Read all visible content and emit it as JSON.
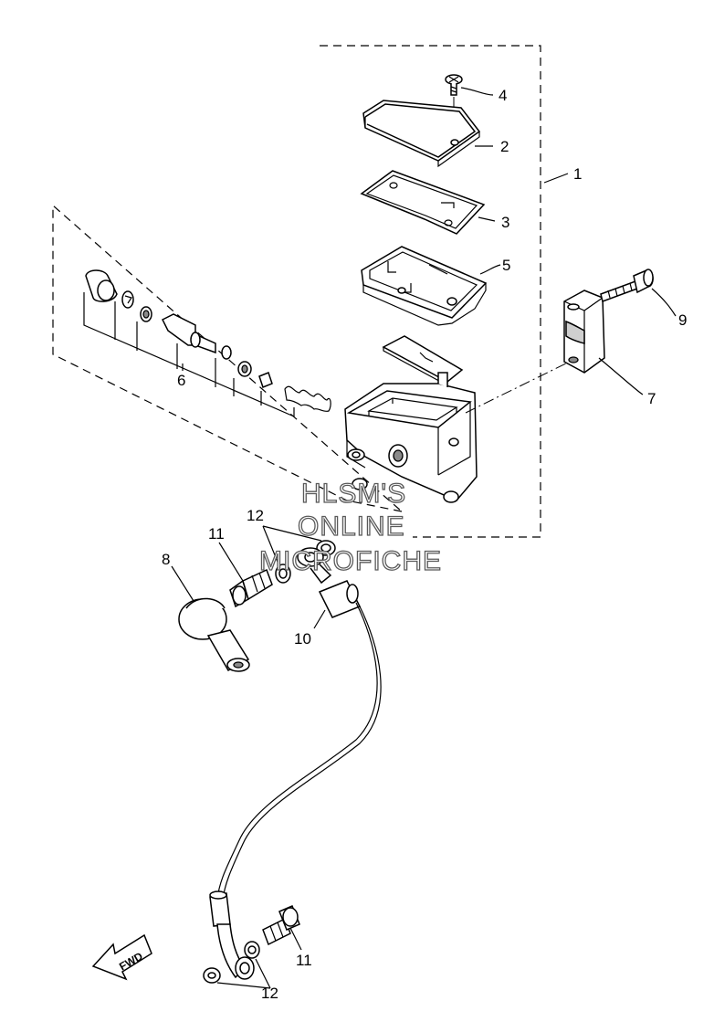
{
  "callouts": {
    "c1": "1",
    "c2": "2",
    "c3": "3",
    "c4": "4",
    "c5": "5",
    "c6": "6",
    "c7": "7",
    "c8": "8",
    "c9": "9",
    "c10": "10",
    "c11_top": "11",
    "c11_bottom": "11",
    "c12_top": "12",
    "c12_bottom": "12"
  },
  "watermark": {
    "line1": "HLSM'S",
    "line2": "ONLINE",
    "line3": "MICROFICHE"
  },
  "direction_label": "FWD",
  "icons": [
    "fwd-arrow-icon"
  ],
  "colors": {
    "line": "#000000",
    "watermark_outline": "#5a5a5a",
    "background": "#ffffff"
  }
}
